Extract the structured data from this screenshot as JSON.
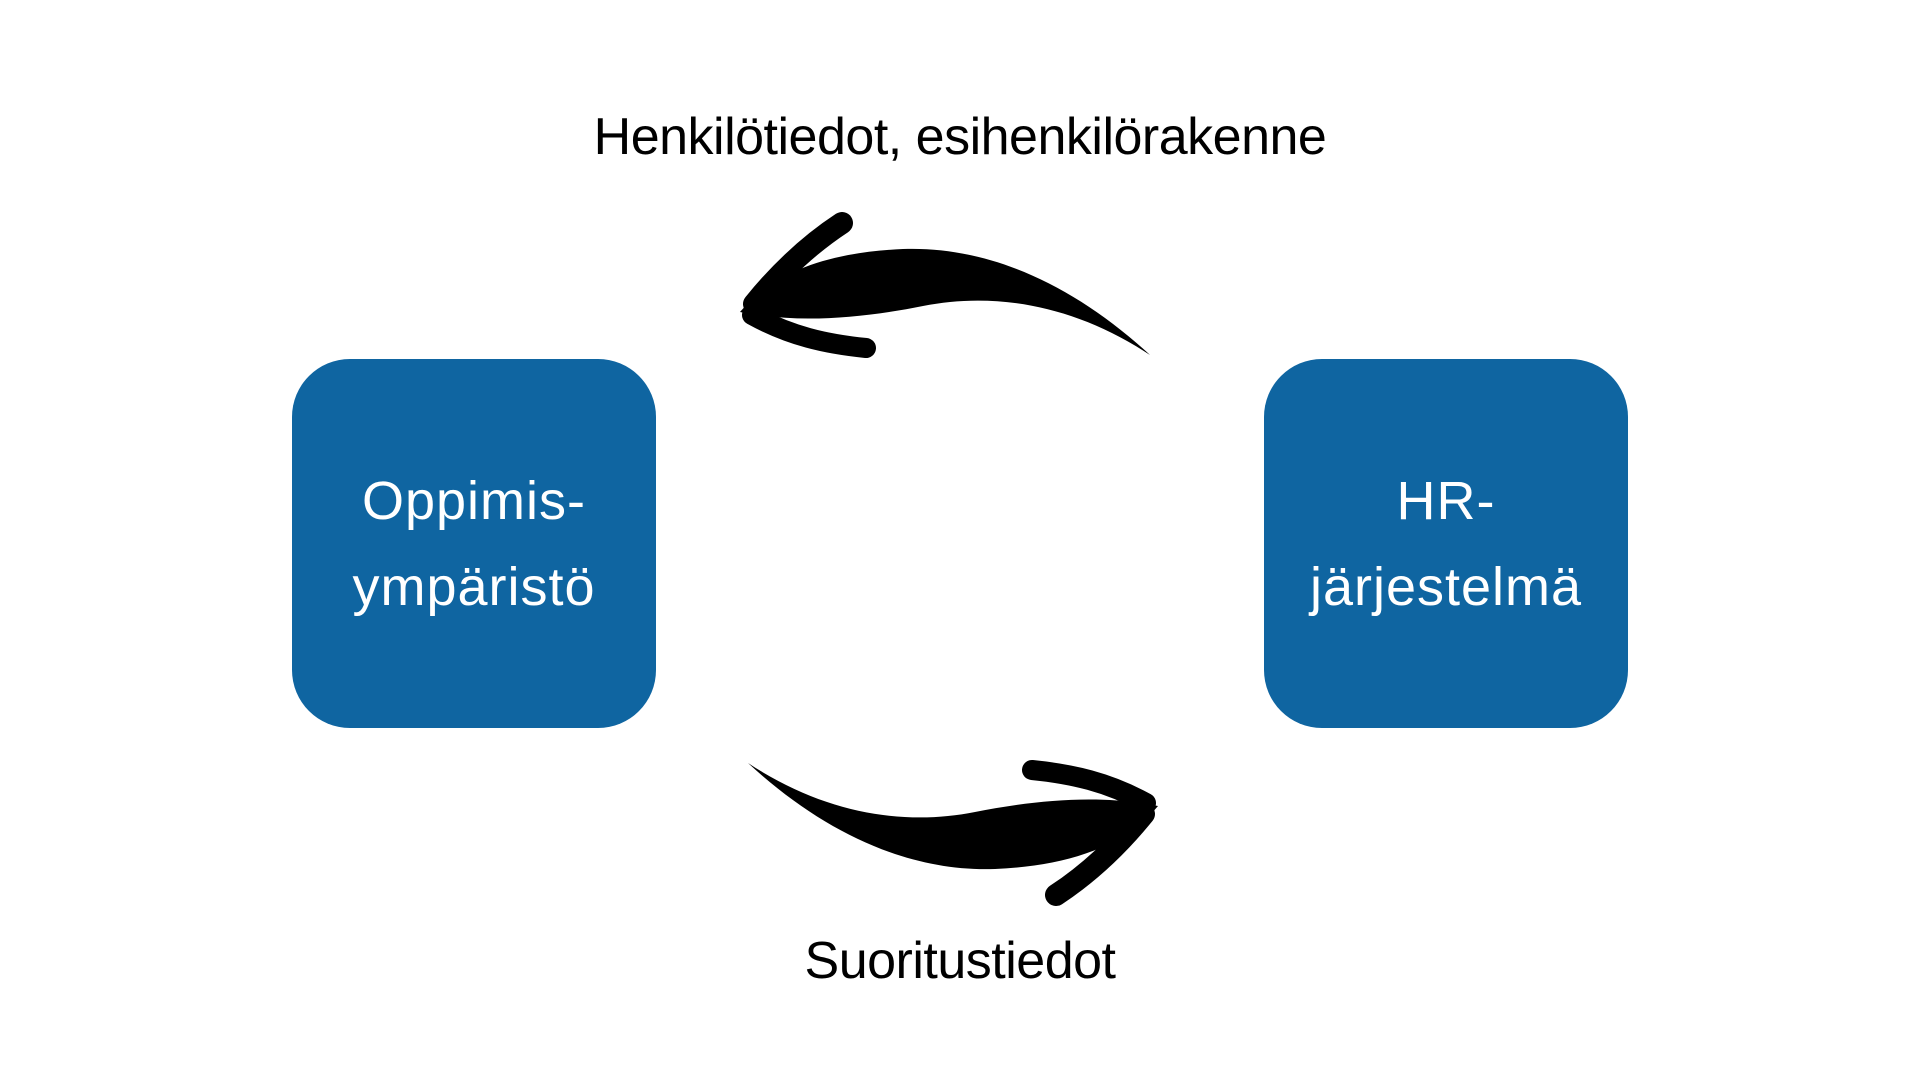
{
  "diagram": {
    "top_label": "Henkilötiedot, esihenkilörakenne",
    "bottom_label": "Suoritustiedot",
    "nodes": {
      "left": {
        "label": "Oppimis-\nympäristö"
      },
      "right": {
        "label": "HR-\njärjestelmä"
      }
    },
    "arrows": {
      "top": {
        "direction": "left",
        "style": "hand-drawn-swoosh"
      },
      "bottom": {
        "direction": "right",
        "style": "hand-drawn-swoosh"
      }
    }
  },
  "colors": {
    "background": "#ffffff",
    "node_fill": "#0f65a1",
    "node_text": "#ffffff",
    "label_text": "#000000",
    "arrow": "#000000"
  }
}
